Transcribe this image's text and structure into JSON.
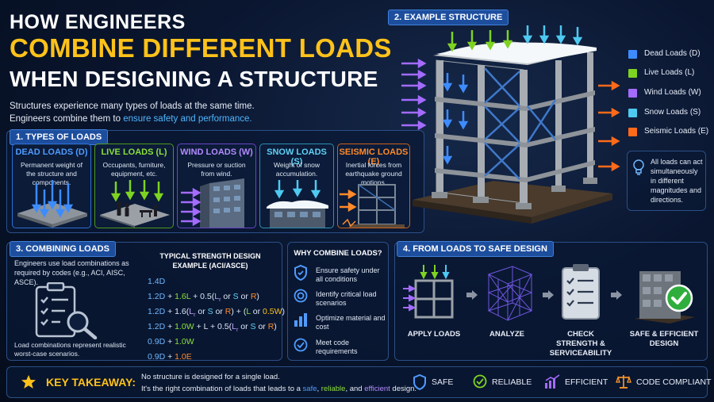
{
  "title": {
    "line1": "HOW ENGINEERS",
    "line2": "COMBINE DIFFERENT LOADS",
    "line3": "WHEN DESIGNING A STRUCTURE"
  },
  "intro": {
    "line1": "Structures experience many types of loads at the same time.",
    "line2_prefix": "Engineers combine them to ",
    "line2_highlight": "ensure safety and performance."
  },
  "section1": {
    "title": "1. TYPES OF LOADS",
    "cards": [
      {
        "title": "DEAD LOADS (D)",
        "desc": "Permanent weight of the structure and components.",
        "color": "#3d8cff"
      },
      {
        "title": "LIVE LOADS (L)",
        "desc": "Occupants, furniture, equipment, etc.",
        "color": "#7ed321"
      },
      {
        "title": "WIND LOADS (W)",
        "desc": "Pressure or suction from wind.",
        "color": "#a46bff"
      },
      {
        "title": "SNOW LOADS (S)",
        "desc": "Weight of snow accumulation.",
        "color": "#4ec9f0"
      },
      {
        "title": "SEISMIC LOADS (E)",
        "desc": "Inertial forces from earthquake ground motions.",
        "color": "#ff8a2a"
      }
    ]
  },
  "section2": {
    "title": "2. EXAMPLE STRUCTURE",
    "legend": [
      {
        "label": "Dead Loads (D)",
        "color": "#3d8cff"
      },
      {
        "label": "Live Loads (L)",
        "color": "#7ed321"
      },
      {
        "label": "Wind Loads (W)",
        "color": "#a46bff"
      },
      {
        "label": "Snow Loads (S)",
        "color": "#4ec9f0"
      },
      {
        "label": "Seismic Loads (E)",
        "color": "#ff6a1a"
      }
    ],
    "note": "All loads can act simultaneously in different magnitudes and directions."
  },
  "section3": {
    "title": "3. COMBINING LOADS",
    "desc": "Engineers use load combinations as required by codes (e.g., ACI, AISC, ASCE).",
    "footer": "Load combinations represent realistic worst-case scenarios.",
    "example_title": "TYPICAL STRENGTH DESIGN EXAMPLE (ACI/ASCE)",
    "formulas": [
      "1.4D",
      "1.2D + 1.6L + 0.5(Lr or S or R)",
      "1.2D + 1.6(Lr or S or R) + (L or 0.5W)",
      "1.2D + 1.0W + L + 0.5(Lr or S or R)",
      "0.9D + 1.0W",
      "0.9D + 1.0E"
    ],
    "why_title": "WHY COMBINE LOADS?",
    "why": [
      "Ensure safety under all conditions",
      "Identify critical load scenarios",
      "Optimize material and cost",
      "Meet code requirements"
    ]
  },
  "section4": {
    "title": "4. FROM LOADS TO SAFE DESIGN",
    "steps": [
      "APPLY LOADS",
      "ANALYZE",
      "CHECK STRENGTH & SERVICEABILITY",
      "SAFE & EFFICIENT DESIGN"
    ]
  },
  "takeaway": {
    "label": "KEY TAKEAWAY:",
    "line1": "No structure is designed for a single load.",
    "line2_prefix": "It's the right combination of loads that leads to a ",
    "w1": "safe",
    "sep1": ", ",
    "w2": "reliable",
    "sep2": ", and ",
    "w3": "efficient",
    "line2_suffix": " design.",
    "badges": [
      "SAFE",
      "RELIABLE",
      "EFFICIENT",
      "CODE COMPLIANT"
    ]
  }
}
